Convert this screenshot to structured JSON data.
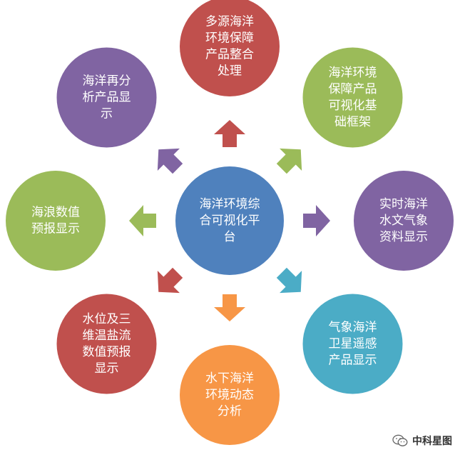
{
  "center": {
    "label_lines": [
      "海洋环境综",
      "合可视化平",
      "台"
    ],
    "color": "#4F81BD"
  },
  "nodes": [
    {
      "id": "data-integration",
      "label_lines": [
        "多源海洋",
        "环境保障",
        "产品整合",
        "处理"
      ],
      "color": "#C0504D"
    },
    {
      "id": "viz-framework",
      "label_lines": [
        "海洋环境",
        "保障产品",
        "可视化基",
        "础框架"
      ],
      "color": "#9BBB59"
    },
    {
      "id": "realtime-data",
      "label_lines": [
        "实时海洋",
        "水文气象",
        "资料显示"
      ],
      "color": "#8064A2"
    },
    {
      "id": "satellite-remote",
      "label_lines": [
        "气象海洋",
        "卫星遥感",
        "产品显示"
      ],
      "color": "#4BACC6"
    },
    {
      "id": "underwater-env",
      "label_lines": [
        "水下海洋",
        "环境动态",
        "分析"
      ],
      "color": "#F79646"
    },
    {
      "id": "water-level",
      "label_lines": [
        "水位及三",
        "维温盐流",
        "数值预报",
        "显示"
      ],
      "color": "#C0504D"
    },
    {
      "id": "wave-forecast",
      "label_lines": [
        "海浪数值",
        "预报显示"
      ],
      "color": "#9BBB59"
    },
    {
      "id": "reanalysis",
      "label_lines": [
        "海洋再分",
        "析产品显",
        "示"
      ],
      "color": "#8064A2"
    }
  ],
  "watermark": {
    "text": "中科星图",
    "icon": "wechat-icon"
  }
}
